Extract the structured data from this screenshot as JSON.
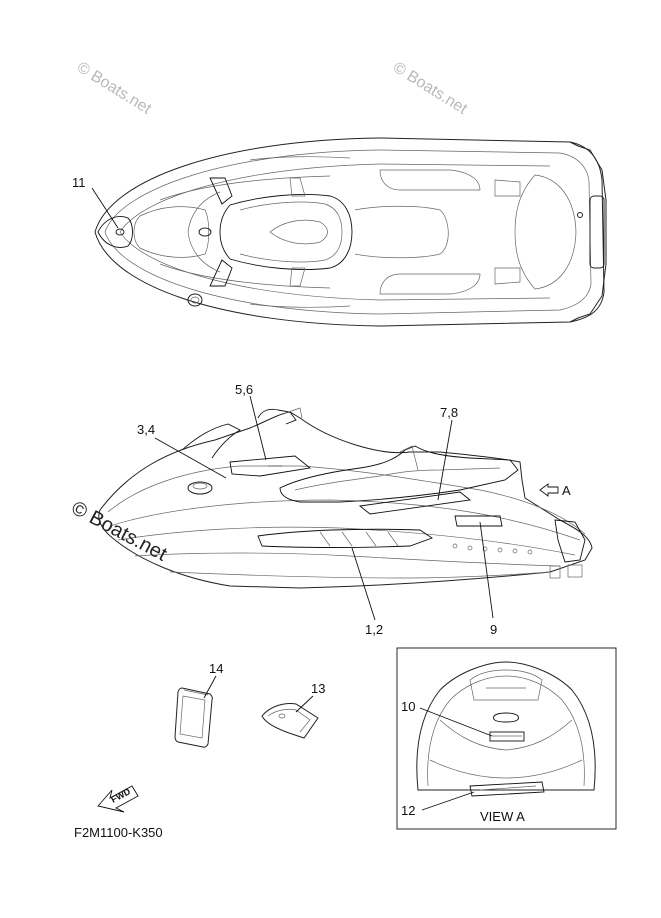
{
  "watermarks": {
    "top_left": "© Boats.net",
    "top_right": "© Boats.net",
    "middle_left": "© Boats.net"
  },
  "callouts": {
    "c11": "11",
    "c5_6": "5,6",
    "c3_4": "3,4",
    "c7_8": "7,8",
    "c1_2": "1,2",
    "c9": "9",
    "c14": "14",
    "c13": "13",
    "c10": "10",
    "c12": "12"
  },
  "arrow_a_label": "A",
  "view_a_caption": "VIEW A",
  "fwd_label": "FWD",
  "part_code": "F2M1100-K350"
}
